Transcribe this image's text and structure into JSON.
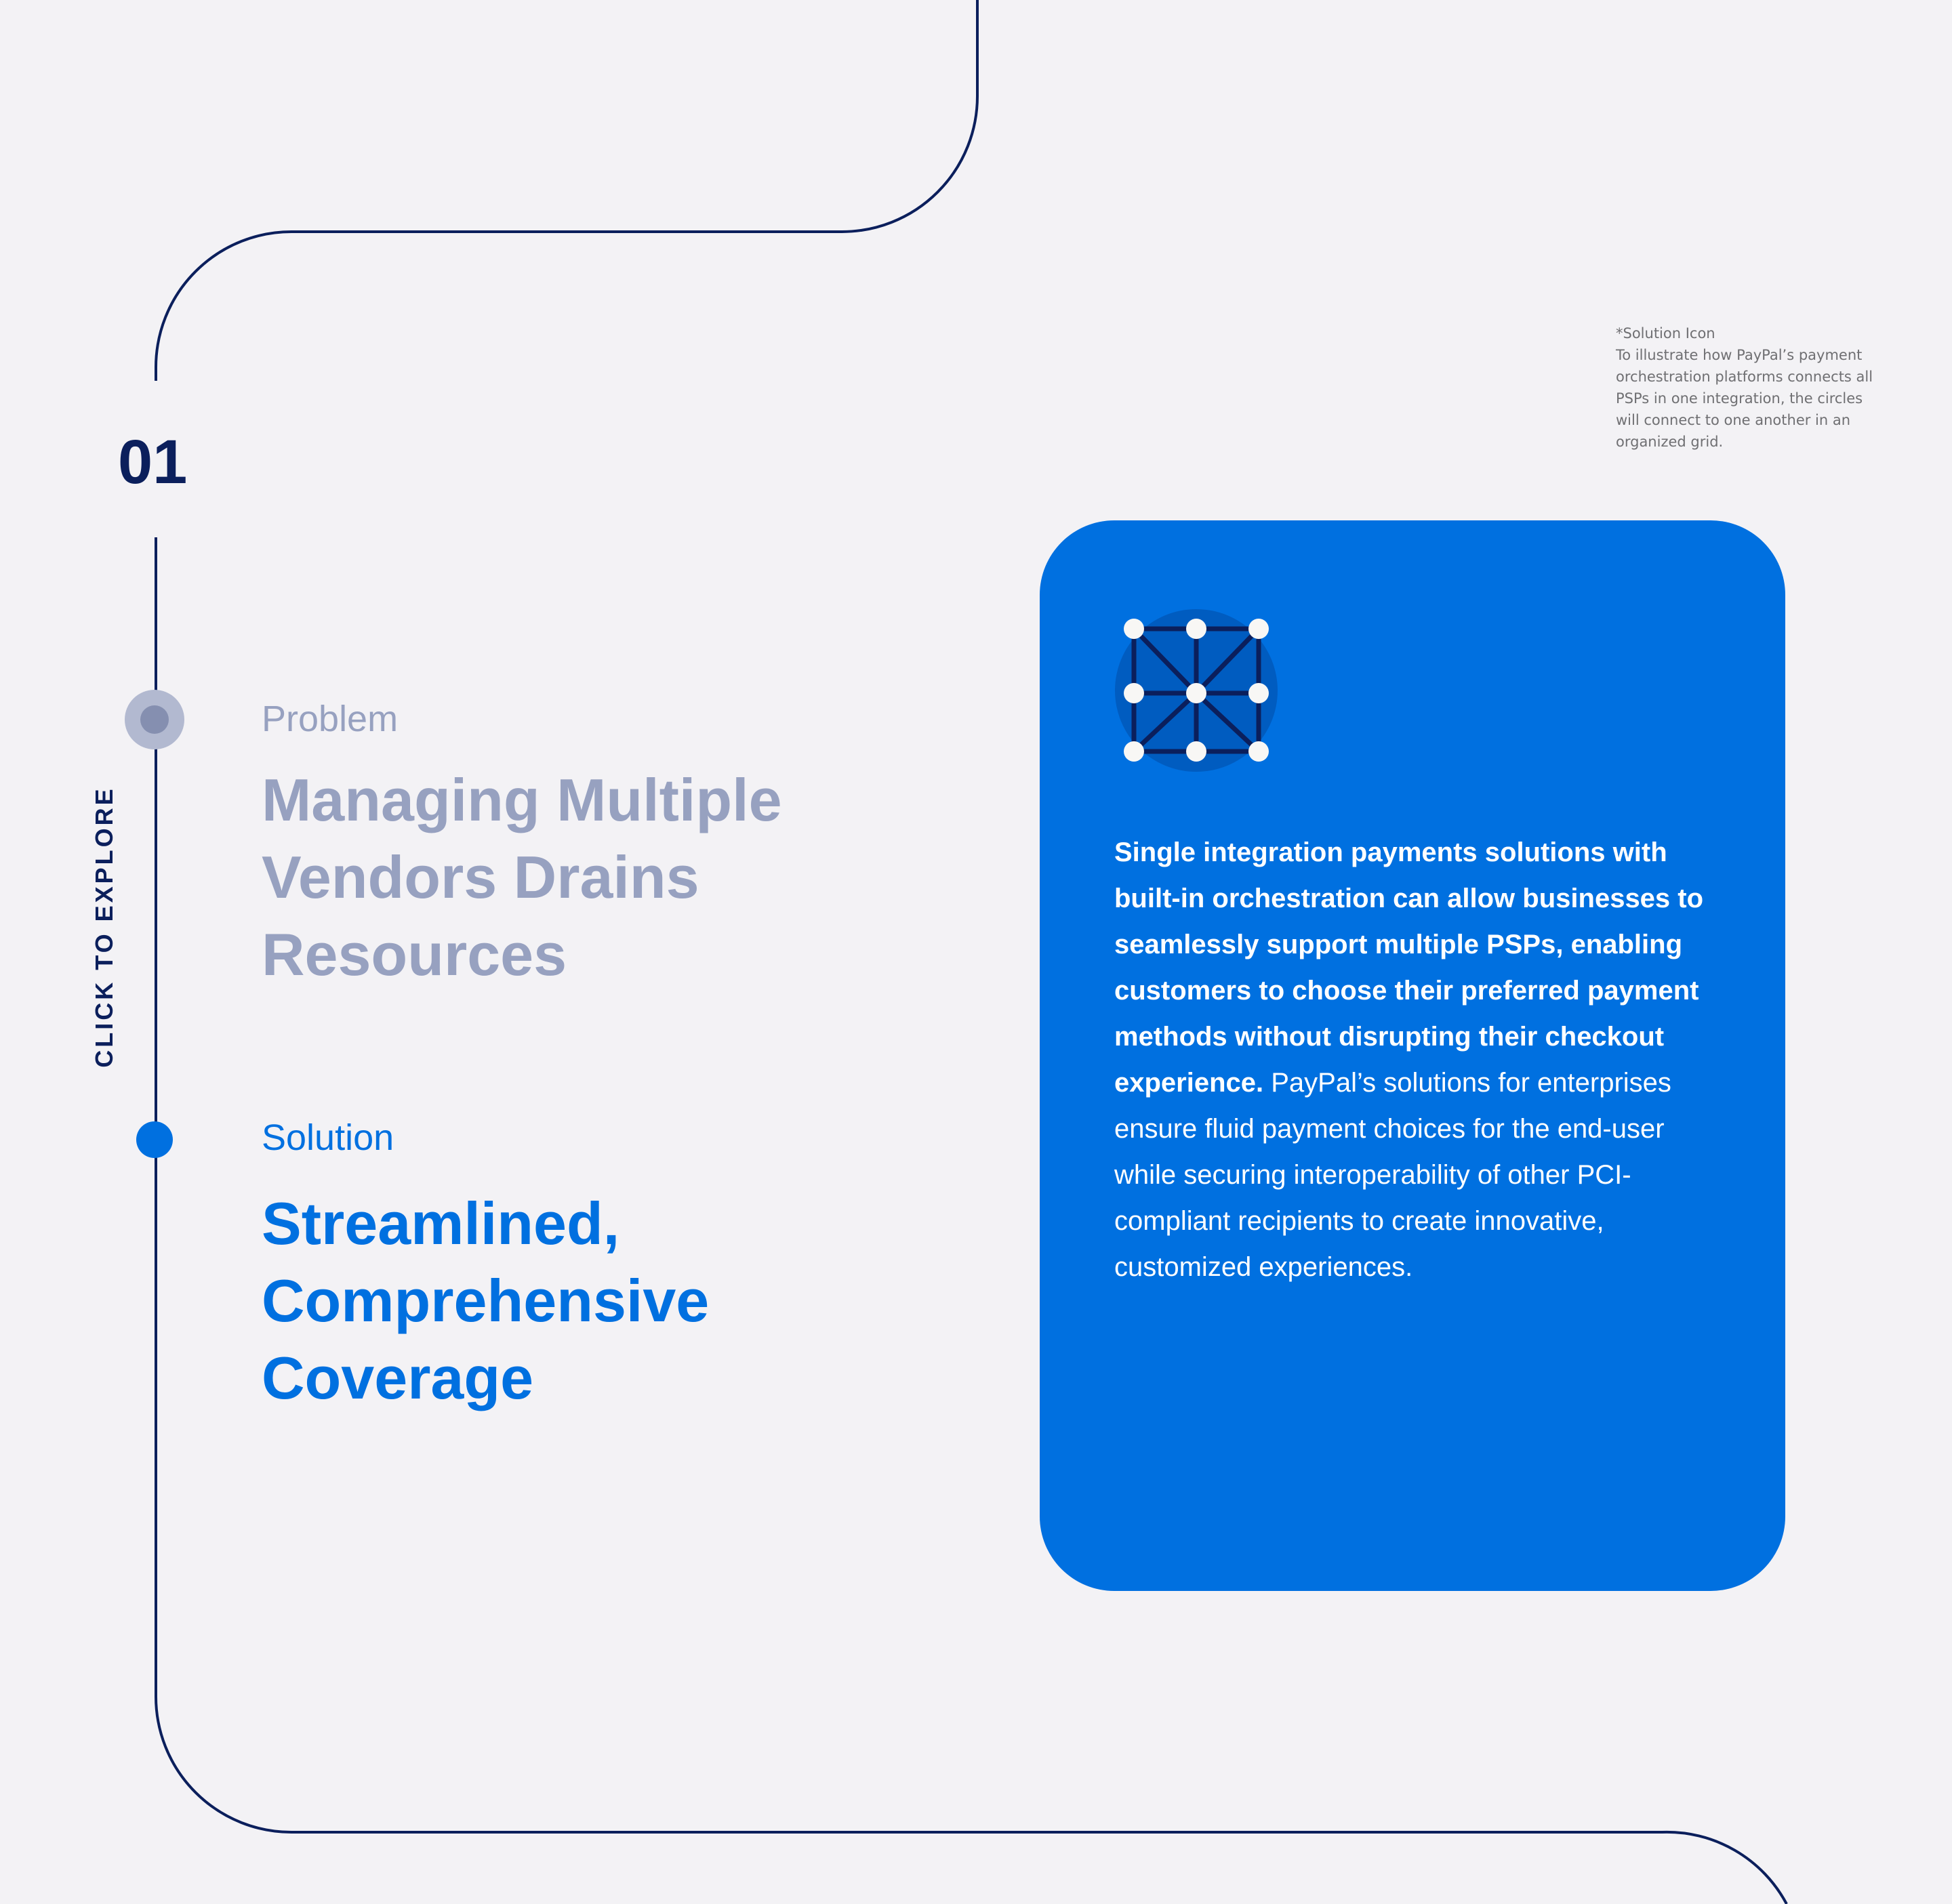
{
  "section_number": "01",
  "explore_label": "CLICK TO EXPLORE",
  "problem": {
    "label": "Problem",
    "title_lines": [
      "Managing Multiple",
      "Vendors Drains",
      "Resources"
    ]
  },
  "solution": {
    "label": "Solution",
    "title_lines": [
      "Streamlined,",
      "Comprehensive",
      "Coverage"
    ]
  },
  "card": {
    "icon": "network-grid-icon",
    "bold_lines": [
      "Single integration payments solutions with",
      "built-in orchestration can allow businesses to",
      "seamlessly support multiple PSPs, enabling",
      "customers to choose their preferred payment",
      "methods without disrupting their checkout",
      "experience."
    ],
    "normal_lines": [
      " PayPal’s solutions for enterprises",
      "ensure fluid payment choices for the end-user",
      "while securing interoperability of other PCI-",
      "compliant recipients to create innovative,",
      "customized experiences."
    ]
  },
  "annotation": {
    "lines": [
      "*Solution Icon",
      "To illustrate how PayPal’s payment",
      "orchestration platforms connects all",
      "PSPs in one integration, the circles",
      "will connect to one another in an",
      "organized grid."
    ]
  },
  "colors": {
    "navy": "#0b1f5c",
    "blue": "#0070e0",
    "muted": "#97a1c0",
    "background": "#f3f2f5"
  }
}
